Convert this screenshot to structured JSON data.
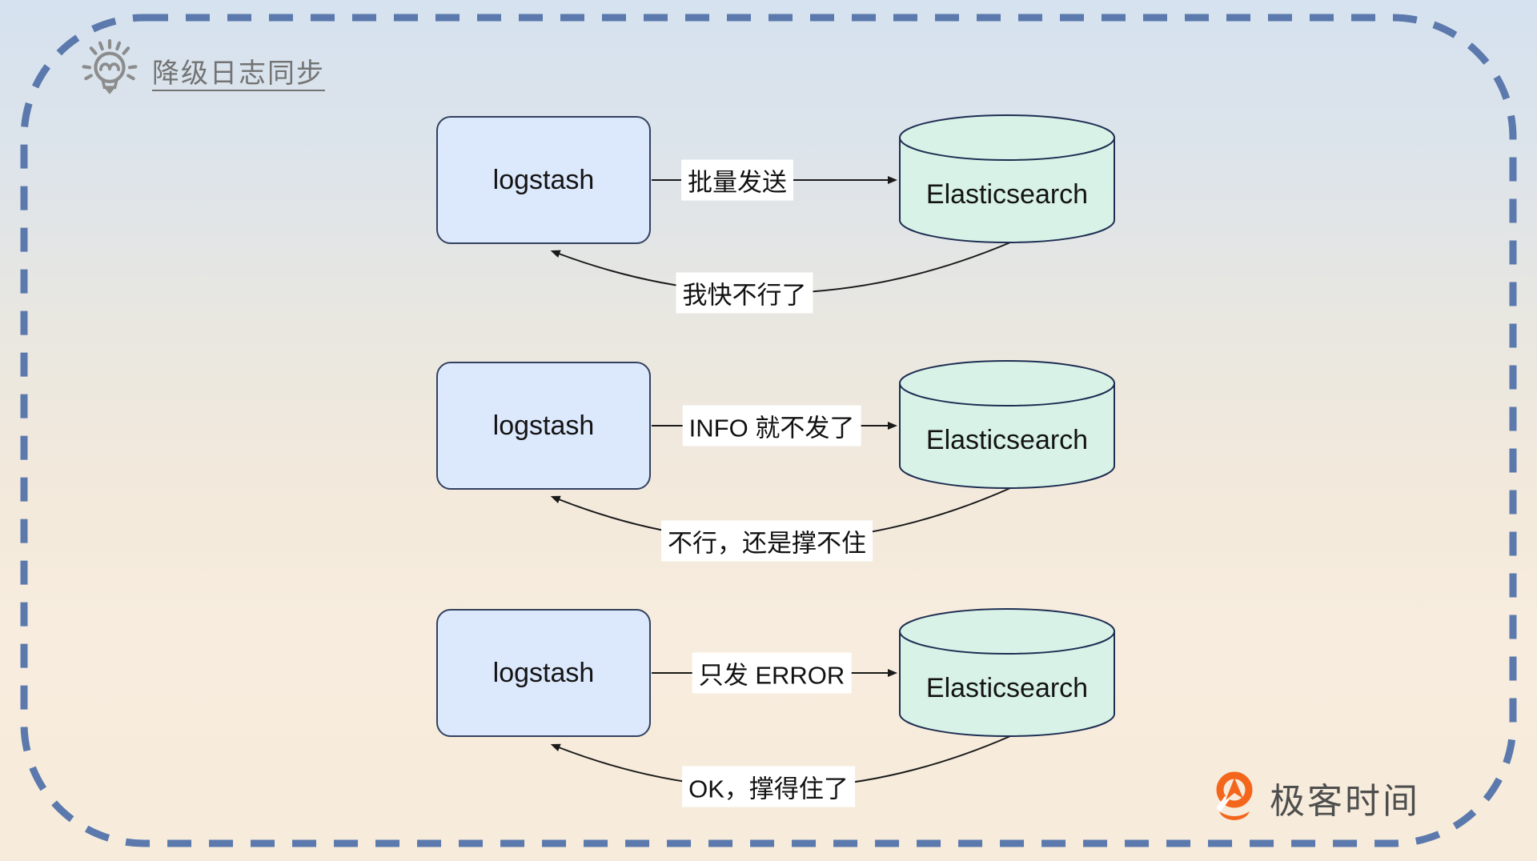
{
  "title": {
    "text": "降级日志同步"
  },
  "rows": [
    {
      "source": "logstash",
      "target": "Elasticsearch",
      "request": "批量发送",
      "response": "我快不行了"
    },
    {
      "source": "logstash",
      "target": "Elasticsearch",
      "request": "INFO 就不发了",
      "response": "不行，还是撑不住"
    },
    {
      "source": "logstash",
      "target": "Elasticsearch",
      "request": "只发 ERROR",
      "response": "OK，撑得住了"
    }
  ],
  "watermark": {
    "brand": "极客时间"
  },
  "icons": {
    "title_icon": "lightbulb-icon",
    "brand_icon": "geektime-logo-icon"
  },
  "colors": {
    "frame": "#5b79ad",
    "node_fill": "#dce8fc",
    "node_border": "#33415f",
    "store_fill": "#d8f2e8",
    "store_border": "#1f2e52",
    "connector": "#1a1a1a",
    "label_bg": "#ffffff",
    "title_color": "#737373",
    "brand_orange": "#f4661c"
  }
}
